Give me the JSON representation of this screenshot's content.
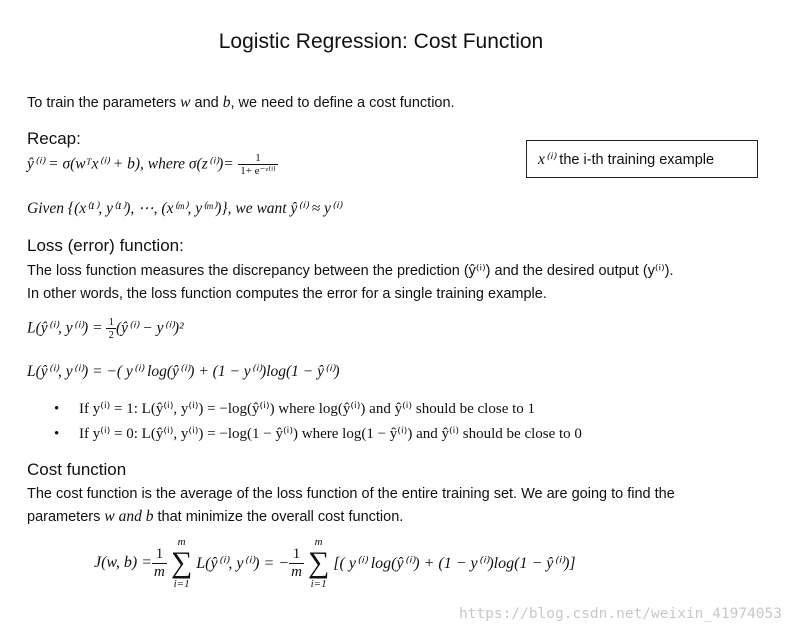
{
  "title": "Logistic Regression: Cost Function",
  "intro": {
    "before": "To train the parameters ",
    "w": "w",
    "and": " and ",
    "b": "b",
    "after": ", we need to define a cost function."
  },
  "recap": {
    "heading": "Recap:",
    "yhat_eq": "ŷ⁽ⁱ⁾ = σ(wᵀx⁽ⁱ⁾ + b), where σ(z⁽ⁱ⁾)=",
    "sigmoid_num": "1",
    "sigmoid_den": "1+ e⁻ᶻ⁽ⁱ⁾",
    "given": "Given {(x⁽¹⁾, y⁽¹⁾), ⋯, (x⁽ᵐ⁾, y⁽ᵐ⁾)}, we want ŷ⁽ⁱ⁾ ≈ y⁽ⁱ⁾"
  },
  "note_box": {
    "symbol": "x⁽ⁱ⁾",
    "text": " the i-th training example"
  },
  "loss": {
    "heading": "Loss (error) function:",
    "desc_line1": "The loss function measures the discrepancy between the prediction (ŷ⁽ⁱ⁾) and the desired output (y⁽ⁱ⁾).",
    "desc_line2": "In other words, the loss function computes the error for a single training example.",
    "eq1_left": "L(ŷ⁽ⁱ⁾, y⁽ⁱ⁾) = ",
    "eq1_num": "1",
    "eq1_den": "2",
    "eq1_right": "(ŷ⁽ⁱ⁾ − y⁽ⁱ⁾)²",
    "eq2": "L(ŷ⁽ⁱ⁾, y⁽ⁱ⁾) = −( y⁽ⁱ⁾ log(ŷ⁽ⁱ⁾) + (1 − y⁽ⁱ⁾)log(1 − ŷ⁽ⁱ⁾)",
    "bullet1": "If y⁽ⁱ⁾ = 1: L(ŷ⁽ⁱ⁾, y⁽ⁱ⁾) = −log(ŷ⁽ⁱ⁾) where log(ŷ⁽ⁱ⁾) and ŷ⁽ⁱ⁾  should be close to 1",
    "bullet2": "If y⁽ⁱ⁾ = 0: L(ŷ⁽ⁱ⁾, y⁽ⁱ⁾) = −log(1 − ŷ⁽ⁱ⁾) where log(1 − ŷ⁽ⁱ⁾) and ŷ⁽ⁱ⁾ should be close to 0"
  },
  "cost": {
    "heading": "Cost function",
    "desc_line1": "The cost function is the average of the loss function of the entire training set. We are going to find the",
    "desc_line2_before": "parameters ",
    "desc_line2_vars": "w and b",
    "desc_line2_after": " that minimize the overall cost function.",
    "eq_lhs": "J(w, b) = ",
    "frac1_num": "1",
    "frac1_den": "m",
    "sum_top": "m",
    "sum_bottom": "i=1",
    "sum_symbol": "∑",
    "eq_mid": "L(ŷ⁽ⁱ⁾, y⁽ⁱ⁾) = −",
    "frac2_num": "1",
    "frac2_den": "m",
    "eq_rhs": "[( y⁽ⁱ⁾ log(ŷ⁽ⁱ⁾) + (1 − y⁽ⁱ⁾)log(1 − ŷ⁽ⁱ⁾)]"
  },
  "bullet_symbol": "•",
  "watermark": "https://blog.csdn.net/weixin_41974053"
}
